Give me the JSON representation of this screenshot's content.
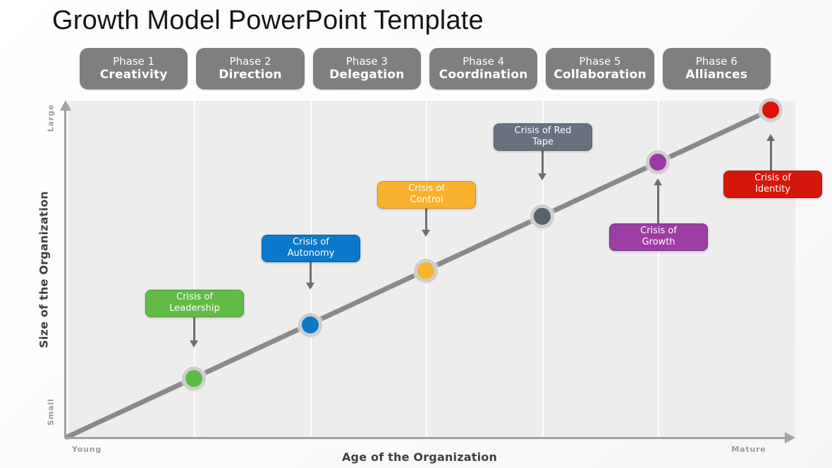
{
  "title": "Growth Model PowerPoint Template",
  "phases": [
    {
      "line1": "Phase 1",
      "line2": "Creativity"
    },
    {
      "line1": "Phase 2",
      "line2": "Direction"
    },
    {
      "line1": "Phase 3",
      "line2": "Delegation"
    },
    {
      "line1": "Phase 4",
      "line2": "Coordination"
    },
    {
      "line1": "Phase 5",
      "line2": "Collaboration"
    },
    {
      "line1": "Phase 6",
      "line2": "Alliances"
    }
  ],
  "milestones": [
    {
      "line1": "Crisis of",
      "line2": "Leadership",
      "color": "#62BB46",
      "dot_color": "#5CB946",
      "arrow": "down"
    },
    {
      "line1": "Crisis of",
      "line2": "Autonomy",
      "color": "#0C78C9",
      "dot_color": "#0C78C9",
      "arrow": "down"
    },
    {
      "line1": "Crisis of",
      "line2": "Control",
      "color": "#F8B12D",
      "dot_color": "#FBB431",
      "arrow": "down"
    },
    {
      "line1": "Crisis of Red",
      "line2": "Tape",
      "color": "#68717E",
      "dot_color": "#57616C",
      "arrow": "down"
    },
    {
      "line1": "Crisis of",
      "line2": "Growth",
      "color": "#9B3DA1",
      "dot_color": "#9C39A5",
      "arrow": "up"
    },
    {
      "line1": "Crisis of",
      "line2": "Identity",
      "color": "#D5170B",
      "dot_color": "#D91408",
      "arrow": "up"
    }
  ],
  "axes": {
    "y_title": "Size of the Organization",
    "y_max": "Large",
    "y_min": "Small",
    "x_title": "Age of the Organization",
    "x_min": "Young",
    "x_max": "Mature"
  },
  "colors": {
    "header_bg": "#7F7F7F",
    "chart_bg": "#EDEDED",
    "curve": "#8A8A8A",
    "axis": "#A3A3A3",
    "arrow": "#6E6E6E",
    "dot_ring": "#CFCFCF"
  }
}
